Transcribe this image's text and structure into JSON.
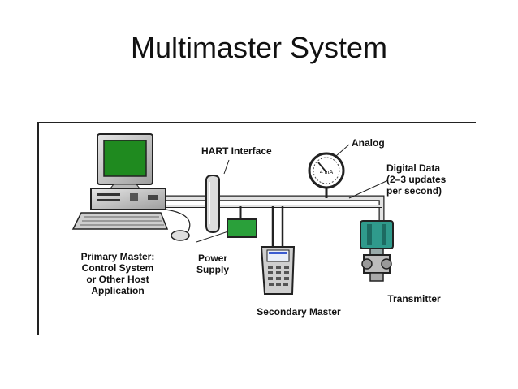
{
  "slide": {
    "title": "Multimaster System"
  },
  "labels": {
    "hart_interface": "HART Interface",
    "analog": "Analog",
    "gauge_reading": "4 mA",
    "digital_data": [
      "Digital Data",
      "(2–3 updates",
      "per second)"
    ],
    "primary_master": [
      "Primary Master:",
      "Control System",
      "or Other Host",
      "Application"
    ],
    "power_supply": [
      "Power",
      "Supply"
    ],
    "secondary_master": "Secondary Master",
    "transmitter": "Transmitter"
  },
  "colors": {
    "screen": "#1f8a1f",
    "power_supply": "#2aa03a",
    "transmitter_body": "#2f9a8c",
    "cable": "#d8d8d8",
    "outline": "#111111"
  },
  "icons": [
    "computer-icon",
    "keyboard-icon",
    "mouse-icon",
    "hart-interface-icon",
    "analog-gauge-icon",
    "power-supply-icon",
    "handheld-communicator-icon",
    "transmitter-icon"
  ]
}
